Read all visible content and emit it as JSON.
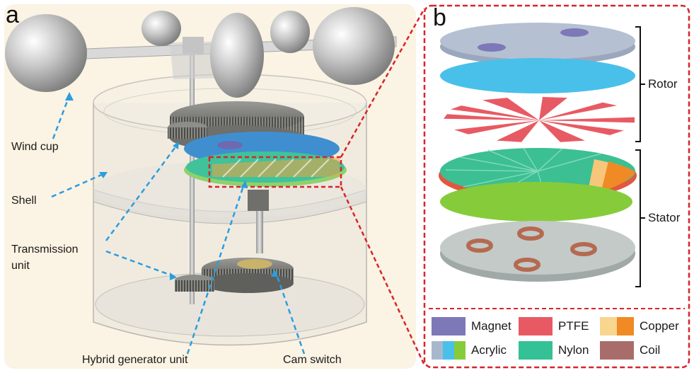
{
  "panel_a": {
    "letter": "a",
    "labels": {
      "wind_cup": "Wind cup",
      "shell": "Shell",
      "transmission_line1": "Transmission",
      "transmission_line2": "unit",
      "hybrid_generator": "Hybrid generator unit",
      "cam_switch": "Cam switch"
    }
  },
  "panel_b": {
    "letter": "b",
    "groups": {
      "rotor": "Rotor",
      "stator": "Stator"
    },
    "legend": [
      {
        "label": "Magnet",
        "colors": [
          "#7d78b8"
        ]
      },
      {
        "label": "PTFE",
        "colors": [
          "#e85a63"
        ]
      },
      {
        "label": "Copper",
        "colors": [
          "#f8d690",
          "#f08a24"
        ]
      },
      {
        "label": "Acrylic",
        "colors": [
          "#a8b8cc",
          "#49c0ea",
          "#86cc3a"
        ]
      },
      {
        "label": "Nylon",
        "colors": [
          "#34c196"
        ]
      },
      {
        "label": "Coil",
        "colors": [
          "#a86d6b"
        ]
      }
    ]
  },
  "colors": {
    "panel_a_bg": "#fbf3e3",
    "dashed_red": "#d8242b",
    "arrow_blue": "#2b9ddf"
  }
}
